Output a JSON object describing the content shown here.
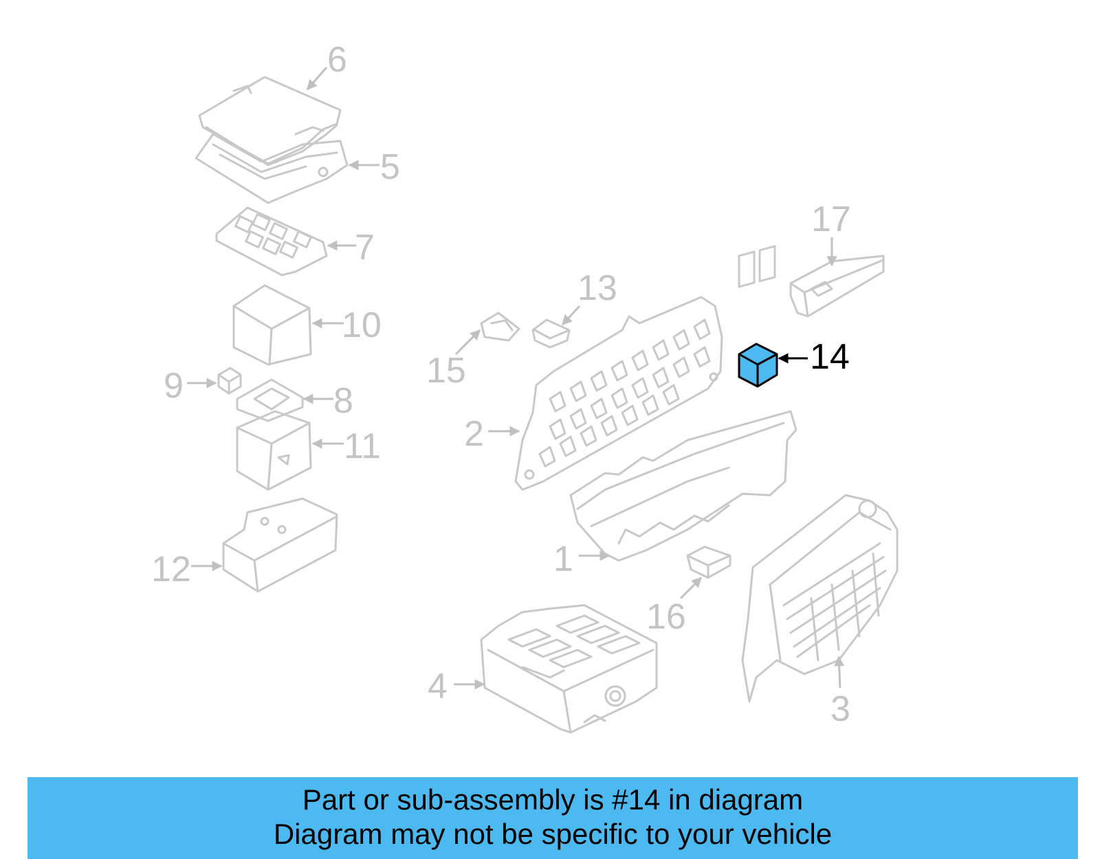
{
  "diagram": {
    "highlight_color": "#4cb9f0",
    "highlighted_part": "14",
    "callouts": {
      "c1": "1",
      "c2": "2",
      "c3": "3",
      "c4": "4",
      "c5": "5",
      "c6": "6",
      "c7": "7",
      "c8": "8",
      "c9": "9",
      "c10": "10",
      "c11": "11",
      "c12": "12",
      "c13": "13",
      "c14": "14",
      "c15": "15",
      "c16": "16",
      "c17": "17"
    }
  },
  "banner": {
    "line1": "Part or sub-assembly is #14 in diagram",
    "line2": "Diagram may not be specific to your vehicle",
    "background": "#4cb9f0"
  }
}
